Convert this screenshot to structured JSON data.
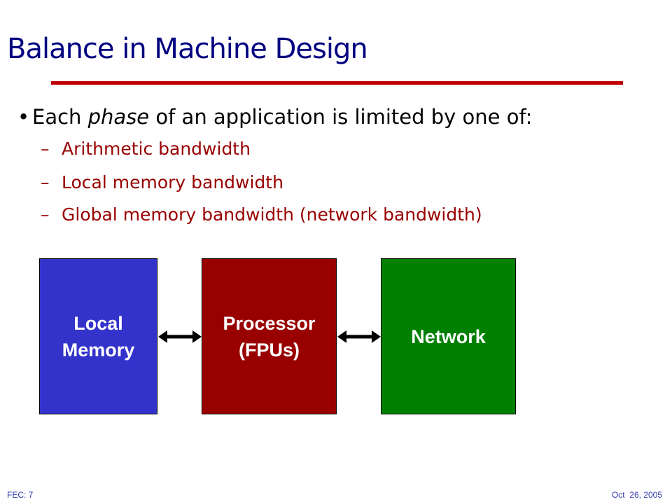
{
  "slide": {
    "title": "Balance in Machine Design",
    "bullet": {
      "prefix": "Each ",
      "emphasis": "phase",
      "suffix": " of an application is limited by one of:"
    },
    "sub_items": [
      {
        "dash": "–",
        "label": "Arithmetic bandwidth"
      },
      {
        "dash": "–",
        "label": "Local memory bandwidth"
      },
      {
        "dash": "–",
        "label": "Global memory bandwidth (network bandwidth)"
      }
    ]
  },
  "diagram": {
    "boxes": [
      {
        "label": "Local\nMemory",
        "color": "#3333cc"
      },
      {
        "label": "Processor\n(FPUs)",
        "color": "#990000"
      },
      {
        "label": "Network",
        "color": "#008000"
      }
    ]
  },
  "footer": {
    "left": "FEC: 7",
    "right": "Oct  26, 2005"
  },
  "colors": {
    "title": "#000080",
    "rule": "#c00000",
    "sub_text": "#990000",
    "bullet_text": "#000000",
    "footer_text": "#2e3aa8",
    "arrow": "#000000"
  }
}
